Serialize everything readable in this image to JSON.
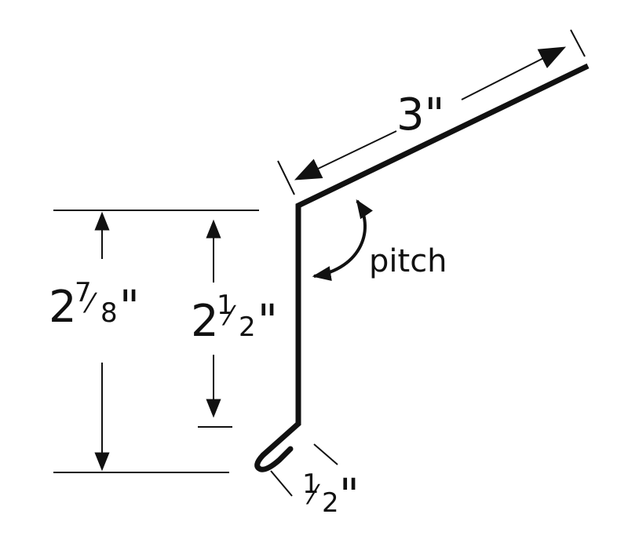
{
  "diagram": {
    "top_length": {
      "value": "3\""
    },
    "pitch_label": "pitch",
    "outer_height": {
      "whole": "2",
      "num": "7",
      "slash": "⁄",
      "den": "8",
      "unit": "\""
    },
    "inner_height": {
      "whole": "2",
      "num": "1",
      "slash": "⁄",
      "den": "2",
      "unit": "\""
    },
    "hem": {
      "num": "1",
      "slash": "⁄",
      "den": "2",
      "unit": "\""
    }
  }
}
